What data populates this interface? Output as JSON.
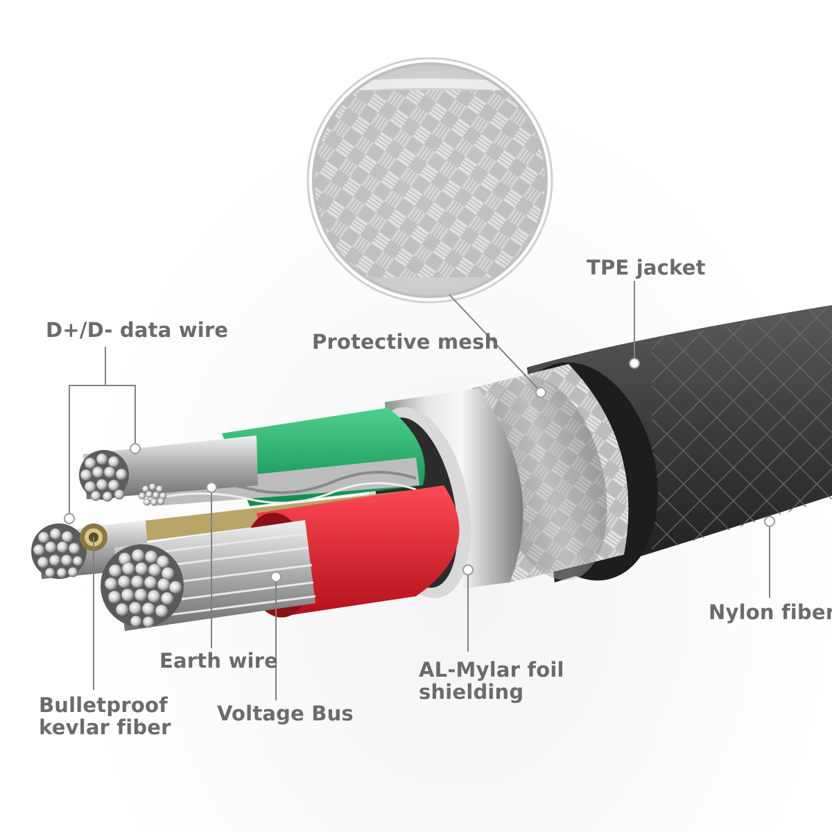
{
  "labels": {
    "tpe_jacket": "TPE jacket",
    "protective_mesh": "Protective mesh",
    "data_wire": "D+/D- data wire",
    "nylon_fiber": "Nylon fiber",
    "earth_wire": "Earth wire",
    "al_mylar_line1": "AL-Mylar foil",
    "al_mylar_line2": "shielding",
    "kevlar_line1": "Bulletproof",
    "kevlar_line2": "kevlar fiber",
    "voltage_bus": "Voltage Bus"
  },
  "colors": {
    "label_text": "#6b6b6b",
    "leader_line": "#808080",
    "jacket": "#3a3a3a",
    "green_insulation": "#1fb56b",
    "red_insulation": "#e0202e",
    "foil": "#c8c8c8",
    "copper_strands": "#b9b9b9",
    "kevlar": "#c7b16b"
  }
}
